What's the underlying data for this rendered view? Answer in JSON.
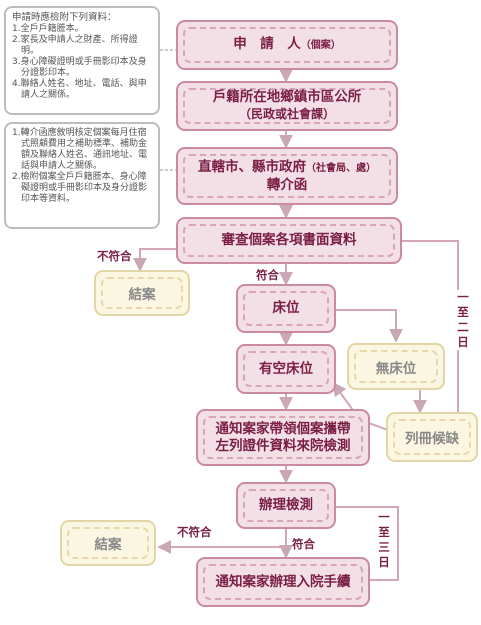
{
  "notes": {
    "top": {
      "title": "申請時應檢附下列資料：",
      "items": [
        "1.全戶戶籍謄本。",
        "2.家長及申請人之財產、所得證明。",
        "3.身心障礙證明或手冊影印本及身分證影印本。",
        "4.聯絡人姓名、地址、電話、與申請人之關係。"
      ]
    },
    "second": {
      "items": [
        "1.轉介函應敘明核定個案每月住宿式照顧費用之補助標準、補助金額及聯絡人姓名、通訊地址、電話與申請人之關係。",
        "2.檢附個案全戶戶籍謄本、身心障礙證明或手冊影印本及身分證影印本等資料。"
      ]
    }
  },
  "steps": {
    "apply": {
      "main": "申　請　人",
      "sub": "（個案）"
    },
    "office": {
      "line1": "戶籍所在地鄉鎮市區公所",
      "line2": "（民政或社會課）"
    },
    "gov": {
      "main": "直轄市、縣市政府",
      "sub": "（社會局、處）",
      "line2": "轉介函"
    },
    "review": "審查個案各項書面資料",
    "bed": "床位",
    "has_bed": "有空床位",
    "notify_visit": {
      "line1": "通知案家帶領個案攜帶",
      "line2": "左列證件資料來院檢測"
    },
    "test": "辦理檢測",
    "notify_admit": "通知案家辦理入院手續"
  },
  "outcomes": {
    "close1": "結案",
    "no_bed": "無床位",
    "waitlist": "列冊候缺",
    "close2": "結案"
  },
  "labels": {
    "fail1": "不符合",
    "pass1": "符合",
    "fail2": "不符合",
    "pass2": "符合",
    "period1": "一至二日",
    "period2": "一至三日"
  },
  "colors": {
    "primary": "#7a1e45",
    "box_fill": "#f3dfe6",
    "box_border": "#c98aa2",
    "alt_fill": "#fbf6e2",
    "line": "#d4a6b6"
  }
}
